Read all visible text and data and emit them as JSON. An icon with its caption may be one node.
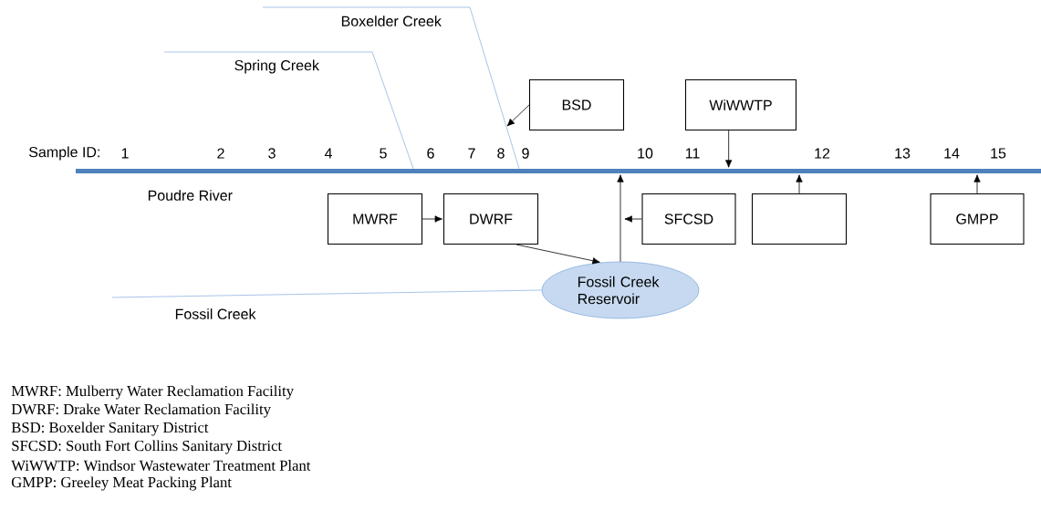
{
  "diagram": {
    "nodes": [
      {
        "text": [],
        "shape": "bar",
        "beside": [
          "Poudre River"
        ]
      },
      {
        "text": [
          "BSD"
        ]
      },
      {
        "text": [
          "WiWWTP"
        ]
      },
      {
        "text": [
          "MWRF"
        ]
      },
      {
        "text": [
          "DWRF"
        ]
      },
      {
        "text": [
          "SFCSD"
        ]
      },
      {
        "text": [],
        "shape": "box"
      },
      {
        "text": [
          "GMPP"
        ]
      },
      {
        "text": [
          "Fossil Creek Reservoir"
        ]
      }
    ],
    "edges": [
      {
        "from": 1,
        "to": null,
        "arrow": "to"
      },
      {
        "from": 2,
        "to": 0,
        "arrow": "to"
      },
      {
        "from": 3,
        "to": 4,
        "arrow": "to"
      },
      {
        "from": 4,
        "to": 8,
        "arrow": "to"
      },
      {
        "from": 8,
        "to": 0,
        "arrow": "to"
      },
      {
        "from": 5,
        "to": null,
        "arrow": "to"
      },
      {
        "from": 6,
        "to": 0,
        "arrow": "to"
      },
      {
        "from": 7,
        "to": 0,
        "arrow": "to"
      },
      {
        "from": null,
        "to": 0,
        "arrow": "none",
        "label": "Spring Creek",
        "color": "#5b8fd0"
      },
      {
        "from": null,
        "to": 0,
        "arrow": "none",
        "label": "Boxelder Creek",
        "color": "#5b8fd0"
      },
      {
        "from": null,
        "to": 8,
        "arrow": "none",
        "label": "Fossil Creek",
        "color": "#5b8fd0"
      }
    ],
    "labels": [
      "Sample ID:",
      "1",
      "2",
      "3",
      "4",
      "5",
      "6",
      "7",
      "8",
      "9",
      "10",
      "11",
      "12",
      "13",
      "14",
      "15",
      "MWRF: Mulberry Water Reclamation Facility",
      "DWRF: Drake Water Reclamation Facility",
      "BSD: Boxelder Sanitary District",
      "SFCSD: South Fort Collins Sanitary District",
      "WiWWTP: Windsor Wastewater Treatment Plant",
      "GMPP: Greeley Meat Packing Plant"
    ]
  }
}
